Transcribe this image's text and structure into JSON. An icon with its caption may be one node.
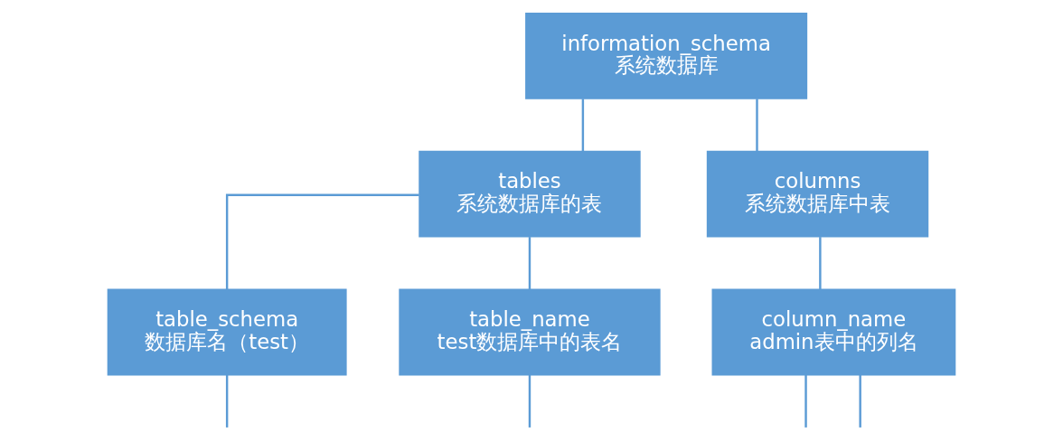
{
  "diagram": {
    "nodes": [
      {
        "text": [
          "information_schema",
          "系统数据库"
        ]
      },
      {
        "text": [
          "tables",
          "系统数据库的表"
        ]
      },
      {
        "text": [
          "columns",
          "系统数据库中表"
        ]
      },
      {
        "text": [
          "table_schema",
          "数据库名（test）"
        ]
      },
      {
        "text": [
          "table_name",
          "test数据库中的表名"
        ]
      },
      {
        "text": [
          "column_name",
          "admin表中的列名"
        ]
      }
    ],
    "edges": [
      {
        "from": 0,
        "to": 1,
        "arrow": "none"
      },
      {
        "from": 0,
        "to": 2,
        "arrow": "none"
      },
      {
        "from": 1,
        "to": 3,
        "arrow": "none"
      },
      {
        "from": 1,
        "to": 4,
        "arrow": "none"
      },
      {
        "from": 2,
        "to": 5,
        "arrow": "none"
      },
      {
        "from": 3,
        "to": null,
        "arrow": "none"
      },
      {
        "from": 4,
        "to": null,
        "arrow": "none"
      },
      {
        "from": 5,
        "to": null,
        "arrow": "none"
      },
      {
        "from": 5,
        "to": null,
        "arrow": "none"
      }
    ]
  }
}
